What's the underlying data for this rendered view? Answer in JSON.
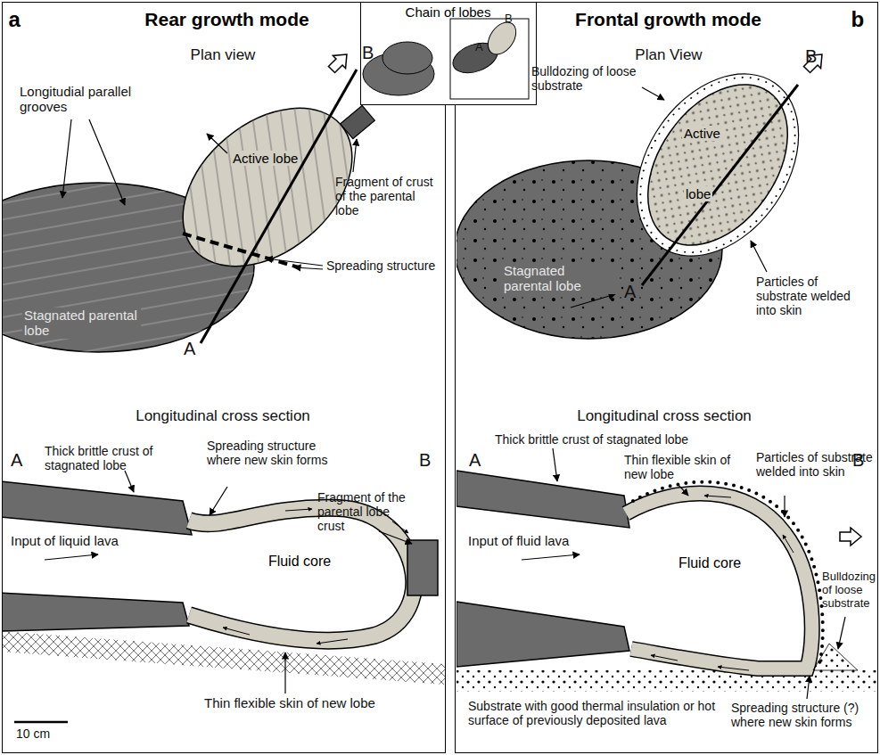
{
  "diagram": {
    "nodes": [
      {
        "text": [
          "a",
          "Rear growth mode"
        ]
      },
      {
        "text": [
          "Chain of lobes"
        ]
      },
      {
        "text": [
          "b",
          "Frontal growth mode"
        ]
      },
      {
        "text": [
          "Active lobe"
        ],
        "in": 0
      },
      {
        "text": [
          "Stagnated parental lobe"
        ],
        "in": 0
      },
      {
        "text": [
          "Fluid core"
        ],
        "in": 0
      },
      {
        "text": [
          "Active",
          "lobe"
        ],
        "in": 2
      },
      {
        "text": [
          "Stagnated parental lobe"
        ],
        "in": 2
      },
      {
        "text": [
          "Fluid core"
        ],
        "in": 2
      }
    ],
    "labels": [
      "Plan view",
      "Longitudial parallel grooves",
      "B",
      "Fragment of crust of the parental lobe",
      "Spreading structure",
      "A",
      "Longitudinal cross section",
      "A",
      "B",
      "Thick brittle crust of stagnated lobe",
      "Spreading structure where new skin forms",
      "Fragment of the parental lobe crust",
      "Input of liquid lava",
      "Thin flexible skin of new lobe",
      "10 cm",
      "A",
      "B",
      "Plan View",
      "Bulldozing of loose substrate",
      "B",
      "A",
      "Particles of substrate welded into skin",
      "Longitudinal cross section",
      "A",
      "B",
      "Thick brittle crust of stagnated lobe",
      "Thin flexible skin of new lobe",
      "Particles of substrate welded into skin",
      "Bulldozing of loose substrate",
      "Input of fluid lava",
      "Substrate with good thermal insulation or hot surface of previously deposited lava",
      "Spreading structure (?) where new skin forms"
    ]
  }
}
